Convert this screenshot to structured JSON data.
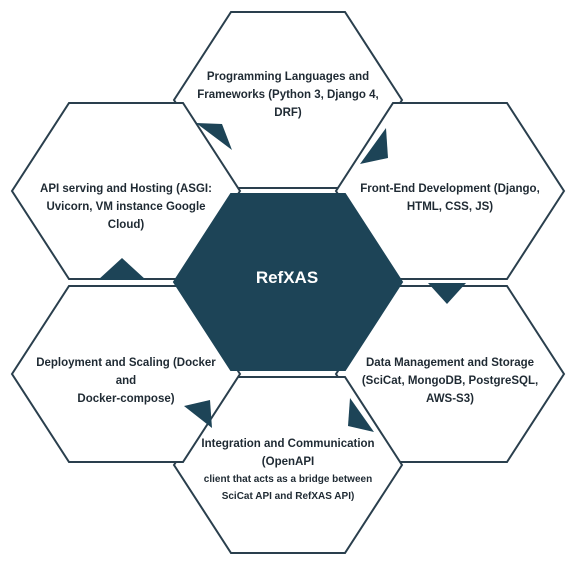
{
  "diagram": {
    "center": {
      "title": "RefXAS",
      "fill": "#1d4457"
    },
    "cells": [
      {
        "id": "top",
        "lines": [
          "Programming Languages and",
          "Frameworks (Python 3, Django 4,",
          "DRF)"
        ]
      },
      {
        "id": "top-right",
        "lines": [
          "Front-End Development (Django,",
          "HTML, CSS, JS)"
        ]
      },
      {
        "id": "bottom-right",
        "lines": [
          "Data Management and Storage",
          "(SciCat, MongoDB, PostgreSQL,",
          "AWS-S3)"
        ]
      },
      {
        "id": "bottom",
        "lines": [
          "Integration and Communication",
          "(OpenAPI",
          "client that acts as a bridge between",
          "SciCat API and RefXAS API)"
        ]
      },
      {
        "id": "bottom-left",
        "lines": [
          "Deployment and Scaling (Docker",
          "and",
          "Docker-compose)"
        ]
      },
      {
        "id": "top-left",
        "lines": [
          "API serving and Hosting (ASGI:",
          "Uvicorn, VM instance Google",
          "Cloud)"
        ]
      }
    ],
    "colors": {
      "outline": "#2a3f4d",
      "accent": "#1d4457",
      "text": "#1f2a33"
    }
  }
}
